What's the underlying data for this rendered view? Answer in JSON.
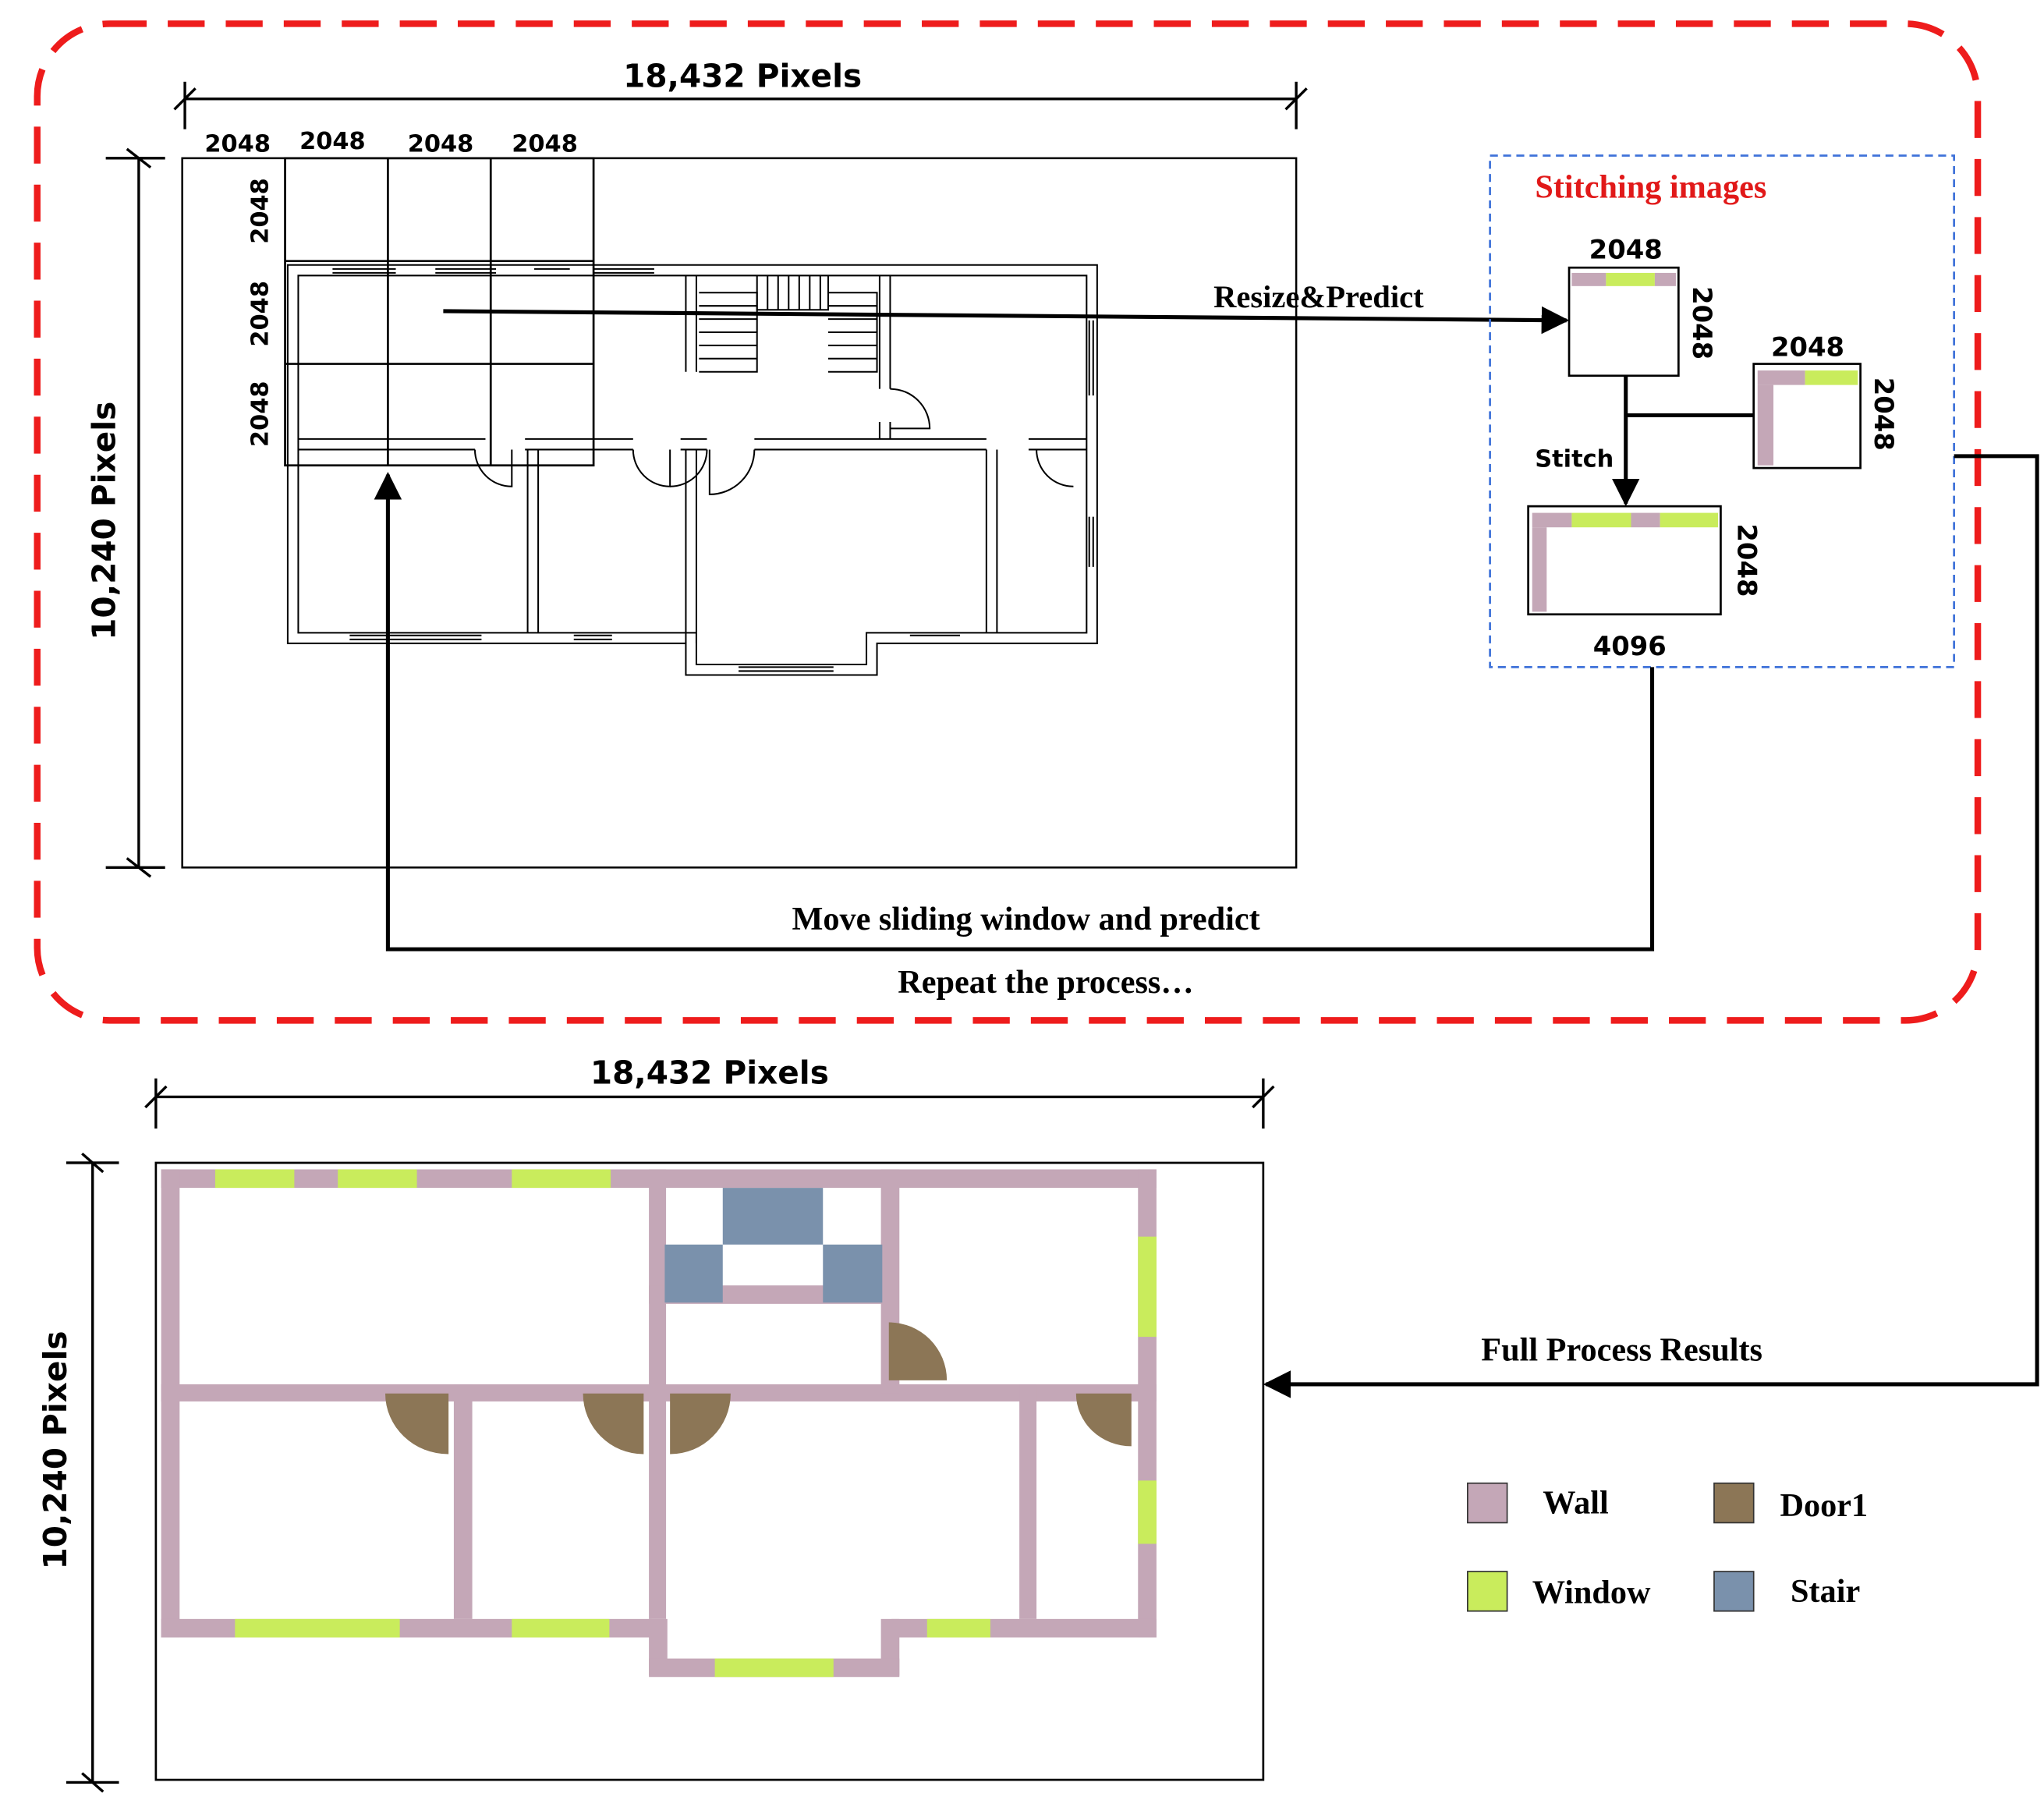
{
  "colors": {
    "wall": "#c4a7b7",
    "window": "#c9ec5c",
    "door": "#8c7656",
    "stair": "#7a91ac",
    "loop_border": "#ee1c1c",
    "stitch_border": "#3f72d9"
  },
  "top": {
    "width_label": "18,432 Pixels",
    "height_label": "10,240 Pixels",
    "tile_col_labels": [
      "2048",
      "2048",
      "2048",
      "2048"
    ],
    "tile_row_labels": [
      "2048",
      "2048",
      "2048"
    ]
  },
  "stitching": {
    "title": "Stitching images",
    "tile1_top": "2048",
    "tile1_side": "2048",
    "tile2_top": "2048",
    "tile2_side": "2048",
    "stitch_label": "Stitch",
    "result_side": "2048",
    "result_bottom": "4096"
  },
  "arrows": {
    "resize_predict": "Resize&Predict",
    "move_window": "Move sliding window and predict",
    "repeat": "Repeat the process…",
    "full_results": "Full Process Results"
  },
  "bottom": {
    "width_label": "18,432 Pixels",
    "height_label": "10,240 Pixels"
  },
  "legend": [
    {
      "label": "Wall",
      "color": "#c4a7b7"
    },
    {
      "label": "Door1",
      "color": "#8c7656"
    },
    {
      "label": "Window",
      "color": "#c9ec5c"
    },
    {
      "label": "Stair",
      "color": "#7a91ac"
    }
  ]
}
